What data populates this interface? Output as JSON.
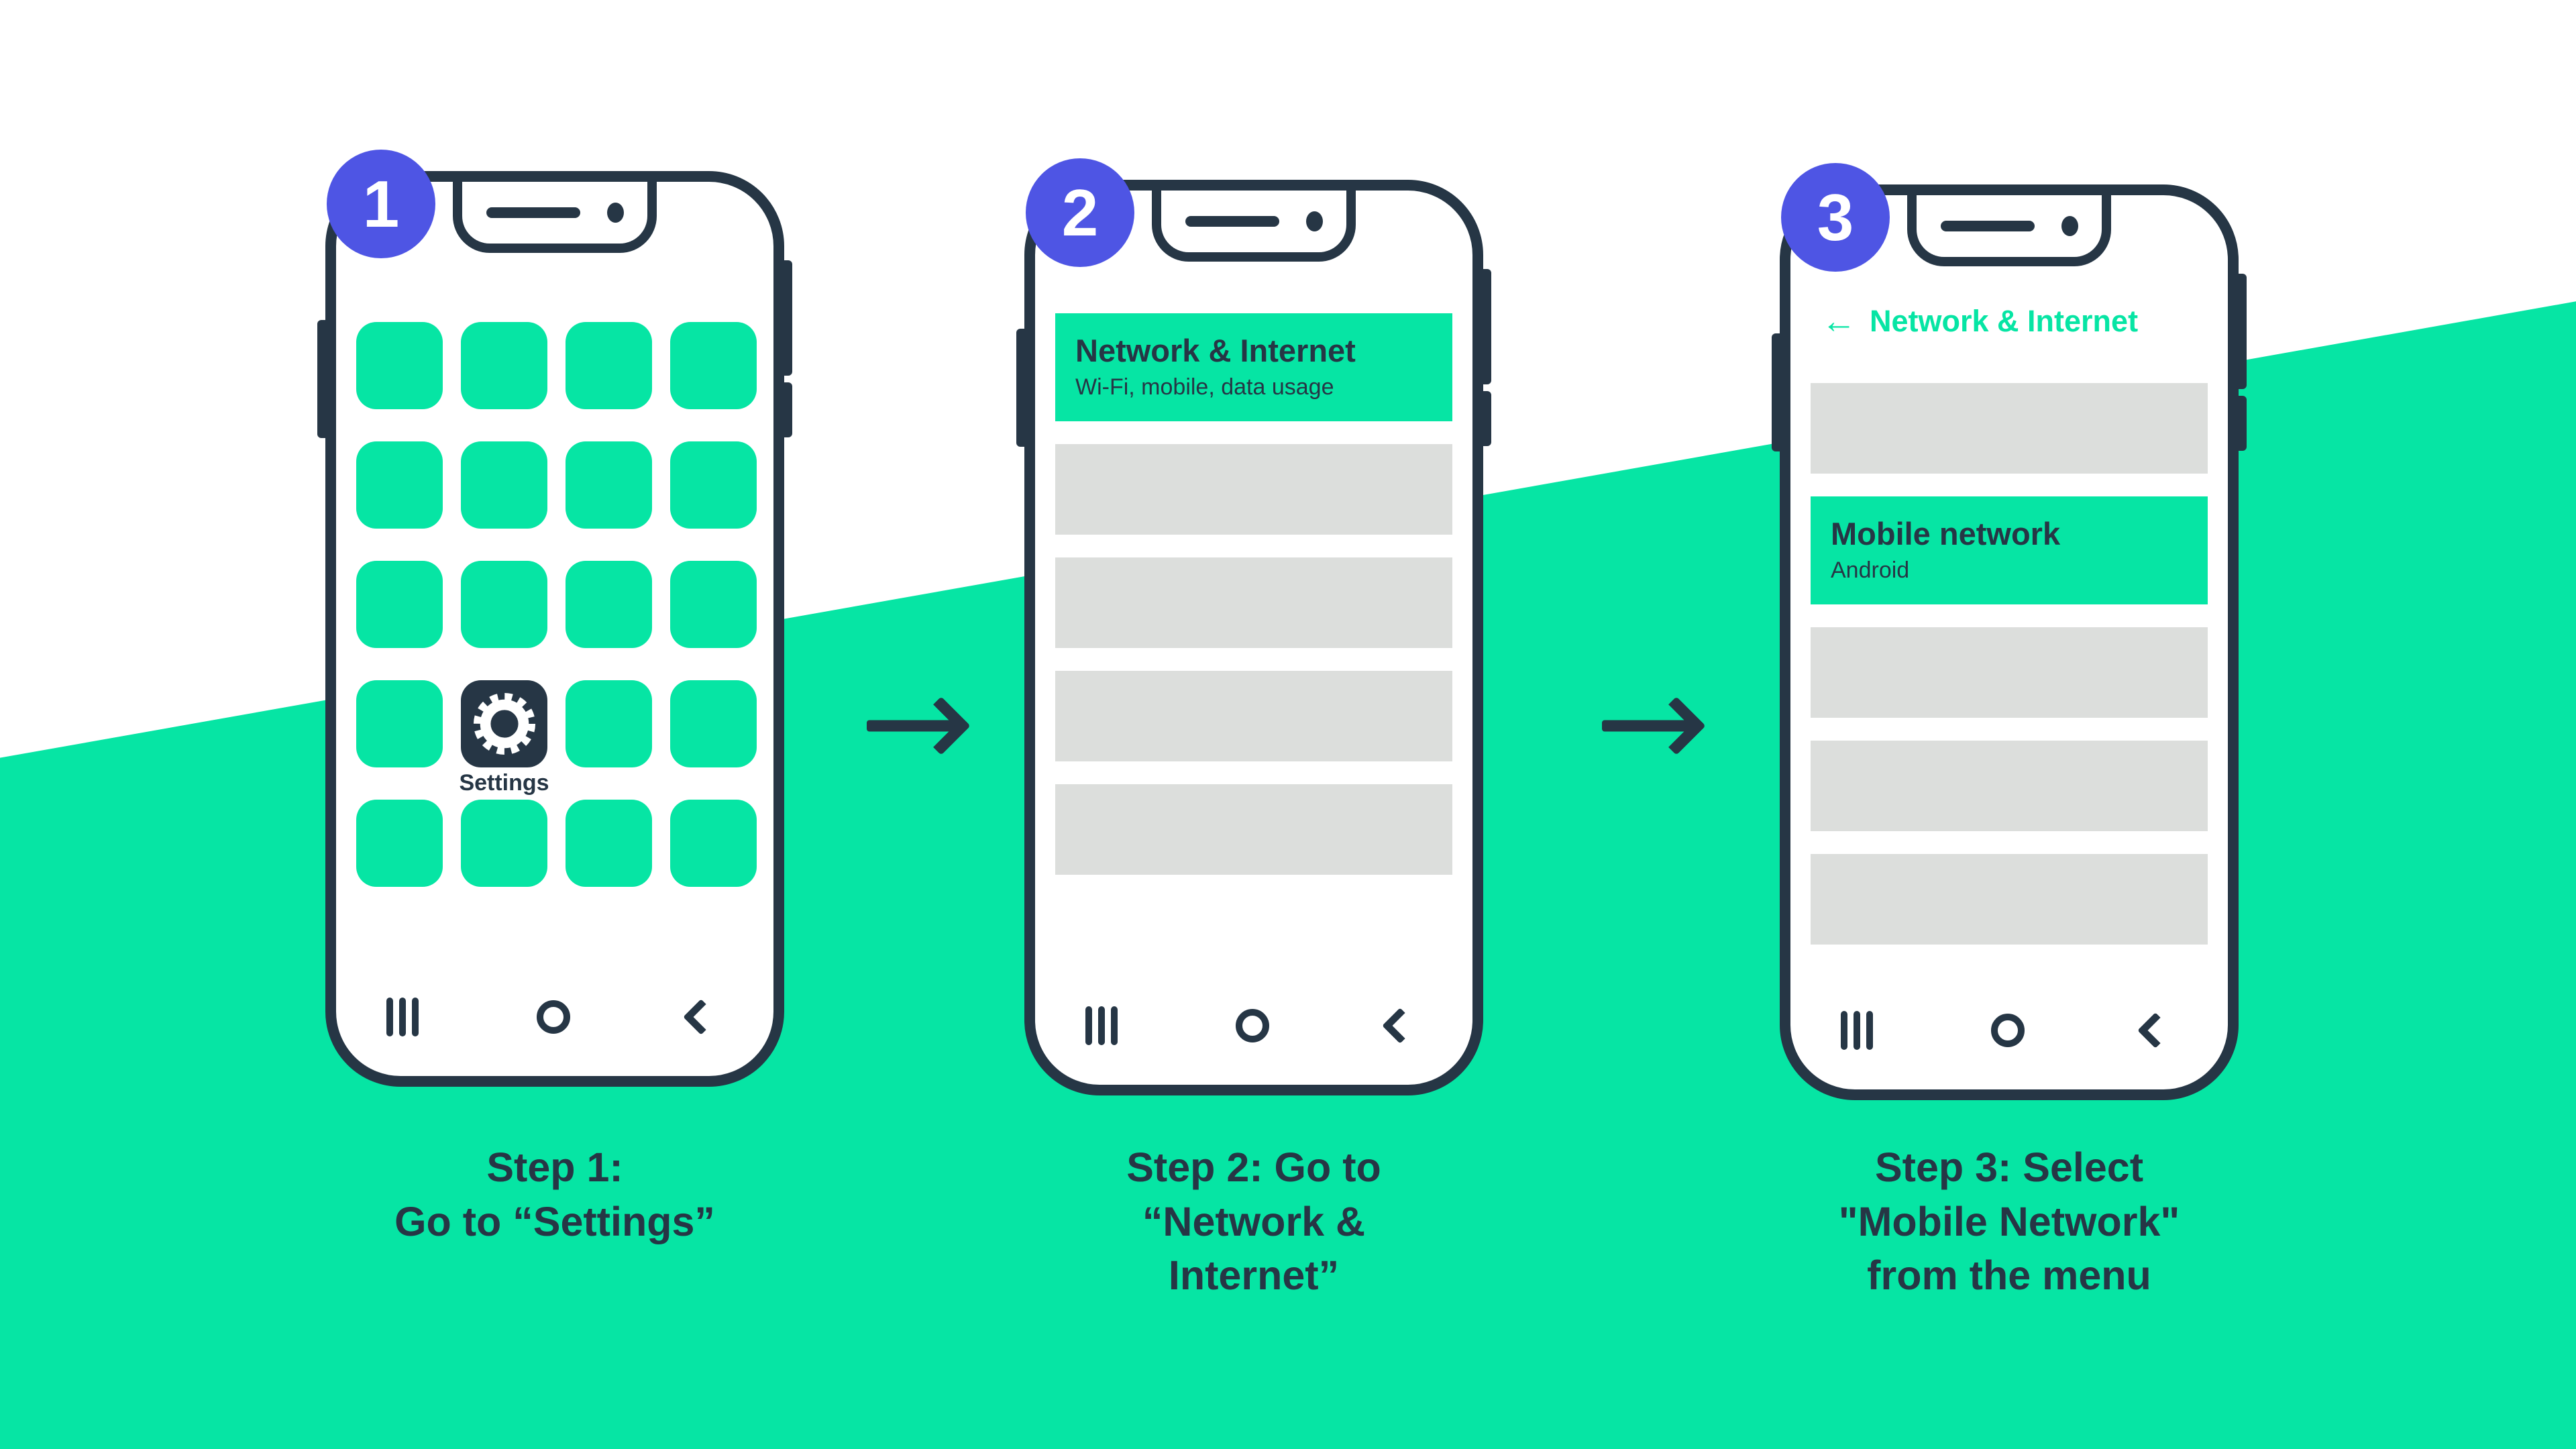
{
  "colors": {
    "accent_green": "#06E5A4",
    "navy": "#263645",
    "badge_indigo": "#4E55E4",
    "placeholder_gray": "#DCDEDC",
    "background_top": "#FFFFFF"
  },
  "icons": {
    "back_arrow": "←",
    "settings_gear": "gear-icon",
    "nav_recents": "three-vertical-bars",
    "nav_home": "circle",
    "nav_back": "left-chevron"
  },
  "steps": [
    {
      "badge": "1",
      "caption": "Step 1:\nGo to “Settings”",
      "app": {
        "label": "Settings"
      }
    },
    {
      "badge": "2",
      "caption": "Step 2: Go to\n“Network &\nInternet”",
      "menu": {
        "highlight": {
          "title": "Network & Internet",
          "subtitle": "Wi-Fi, mobile, data usage"
        },
        "placeholder_rows": 4
      }
    },
    {
      "badge": "3",
      "caption": "Step 3: Select\n\"Mobile Network\"\nfrom the menu",
      "header": {
        "back_icon": "←",
        "label": "Network & Internet"
      },
      "menu": {
        "highlight": {
          "title": "Mobile network",
          "subtitle": "Android"
        },
        "placeholder_rows": 4
      }
    }
  ]
}
